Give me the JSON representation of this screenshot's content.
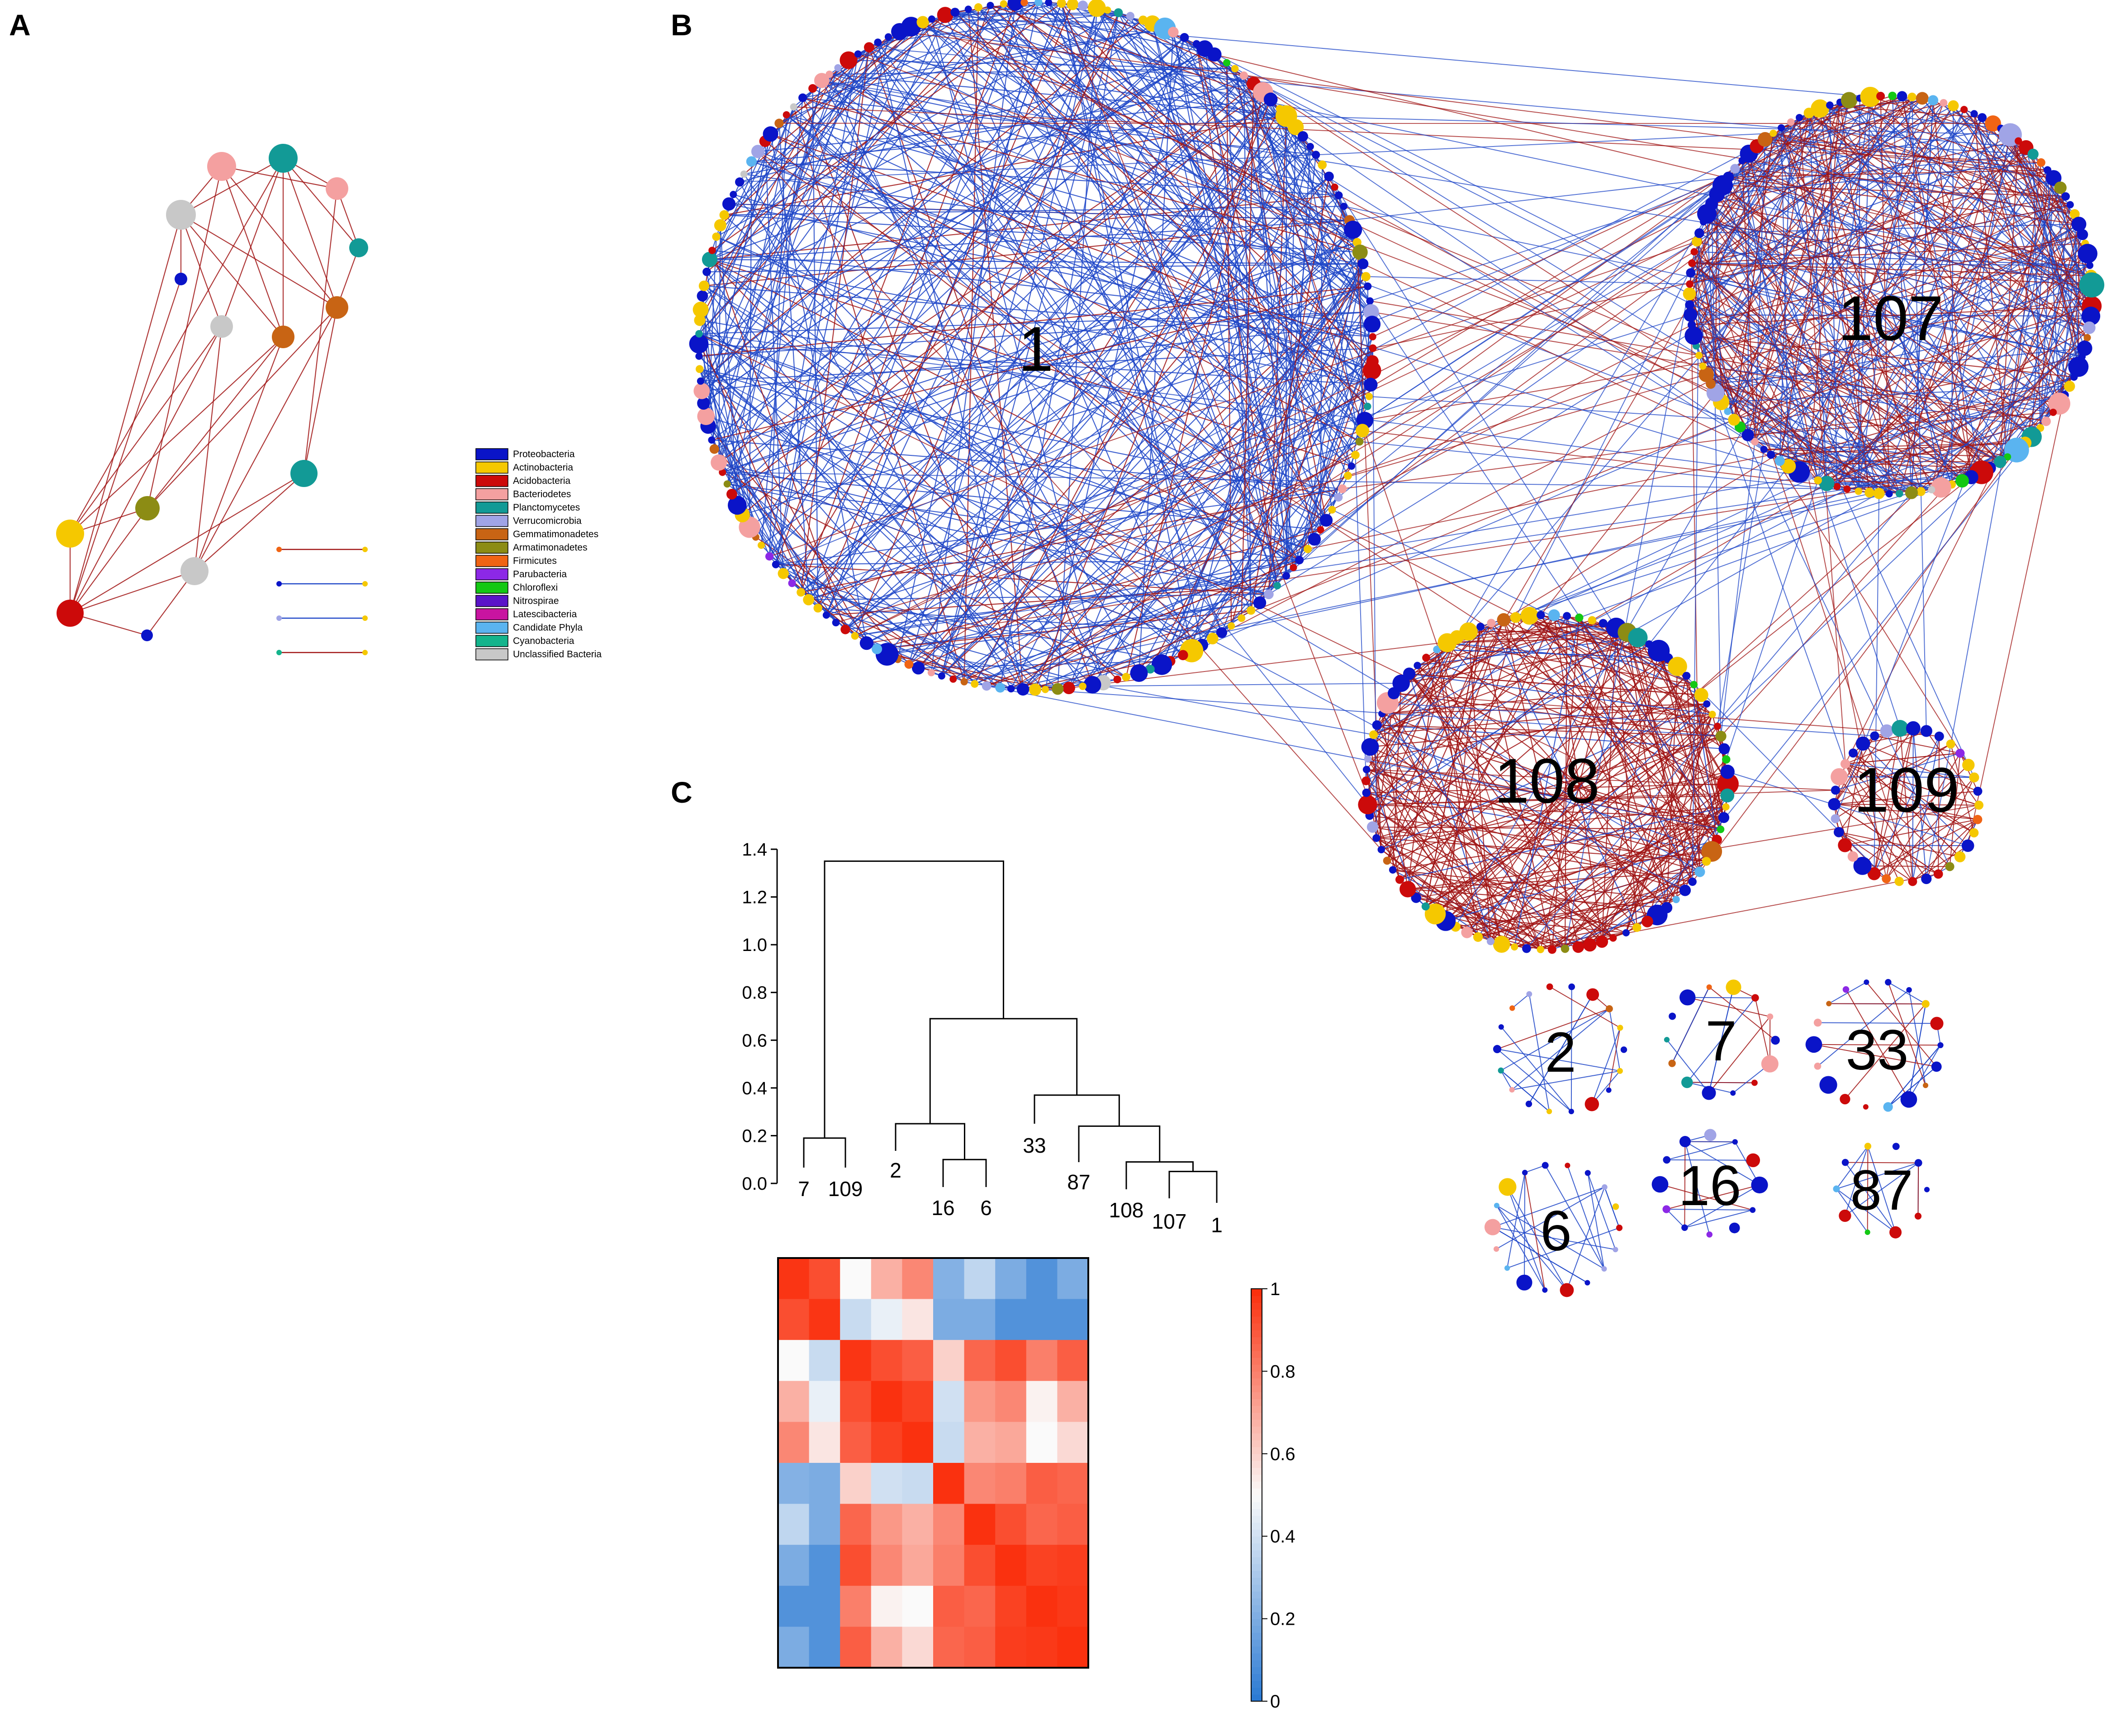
{
  "panels": {
    "a": "A",
    "b": "B",
    "c": "C"
  },
  "legend": [
    {
      "name": "Proteobacteria",
      "color": "#0a14c8"
    },
    {
      "name": "Actinobacteria",
      "color": "#f5c800"
    },
    {
      "name": "Acidobacteria",
      "color": "#cc0a0a"
    },
    {
      "name": "Bacteriodetes",
      "color": "#f4a0a0"
    },
    {
      "name": "Planctomycetes",
      "color": "#129a96"
    },
    {
      "name": "Verrucomicrobia",
      "color": "#a0a4e6"
    },
    {
      "name": "Gemmatimonadetes",
      "color": "#c86414"
    },
    {
      "name": "Armatimonadetes",
      "color": "#8c8c14"
    },
    {
      "name": "Firmicutes",
      "color": "#f06414"
    },
    {
      "name": "Parubacteria",
      "color": "#8c28e6"
    },
    {
      "name": "Chloroflexi",
      "color": "#14c814"
    },
    {
      "name": "Nitrospirae",
      "color": "#5a14c8"
    },
    {
      "name": "Latescibacteria",
      "color": "#c814a0"
    },
    {
      "name": "Candidate Phyla",
      "color": "#5ab4f0"
    },
    {
      "name": "Cyanobacteria",
      "color": "#14b48c"
    },
    {
      "name": "Unclassified Bacteria",
      "color": "#c8c8c8"
    }
  ],
  "edge_colors": {
    "positive": "#1e46c8",
    "negative": "#a01414"
  },
  "modules_large": [
    "1",
    "107",
    "108",
    "109"
  ],
  "modules_small": [
    "2",
    "7",
    "33",
    "6",
    "16",
    "87"
  ],
  "chart_data": {
    "type": "heatmap",
    "dendrogram": {
      "leaves": [
        "7",
        "109",
        "2",
        "16",
        "6",
        "33",
        "87",
        "108",
        "107",
        "1"
      ],
      "y_ticks": [
        "0.0",
        "0.2",
        "0.4",
        "0.6",
        "0.8",
        "1.0",
        "1.2",
        "1.4"
      ],
      "ylim": [
        0,
        1.4
      ],
      "merges": [
        {
          "a": [
            "7"
          ],
          "b": [
            "109"
          ],
          "height": 0.19
        },
        {
          "a": [
            "16"
          ],
          "b": [
            "6"
          ],
          "height": 0.1
        },
        {
          "a": [
            "2"
          ],
          "b": [
            "16",
            "6"
          ],
          "height": 0.25
        },
        {
          "a": [
            "107"
          ],
          "b": [
            "1"
          ],
          "height": 0.05
        },
        {
          "a": [
            "108"
          ],
          "b": [
            "107",
            "1"
          ],
          "height": 0.09
        },
        {
          "a": [
            "87"
          ],
          "b": [
            "108",
            "107",
            "1"
          ],
          "height": 0.24
        },
        {
          "a": [
            "33"
          ],
          "b": [
            "87",
            "108",
            "107",
            "1"
          ],
          "height": 0.37
        },
        {
          "a": [
            "2",
            "16",
            "6"
          ],
          "b": [
            "33",
            "87",
            "108",
            "107",
            "1"
          ],
          "height": 0.69
        },
        {
          "a": [
            "7",
            "109"
          ],
          "b": [
            "2",
            "16",
            "6",
            "33",
            "87",
            "108",
            "107",
            "1"
          ],
          "height": 1.35
        }
      ]
    },
    "colorbar": {
      "ticks": [
        "0",
        "0.2",
        "0.4",
        "0.6",
        "0.8",
        "1"
      ],
      "range": [
        0,
        1
      ]
    },
    "matrix": [
      [
        0.98,
        0.92,
        0.5,
        0.68,
        0.78,
        0.22,
        0.36,
        0.2,
        0.1,
        0.2
      ],
      [
        0.92,
        0.98,
        0.38,
        0.46,
        0.55,
        0.2,
        0.2,
        0.1,
        0.1,
        0.1
      ],
      [
        0.5,
        0.38,
        0.98,
        0.92,
        0.88,
        0.6,
        0.86,
        0.92,
        0.8,
        0.88
      ],
      [
        0.68,
        0.46,
        0.92,
        0.99,
        0.95,
        0.4,
        0.74,
        0.78,
        0.52,
        0.68
      ],
      [
        0.78,
        0.55,
        0.88,
        0.95,
        0.99,
        0.38,
        0.68,
        0.7,
        0.5,
        0.58
      ],
      [
        0.22,
        0.2,
        0.6,
        0.4,
        0.38,
        0.99,
        0.78,
        0.8,
        0.88,
        0.86
      ],
      [
        0.36,
        0.2,
        0.86,
        0.74,
        0.68,
        0.78,
        0.99,
        0.92,
        0.86,
        0.88
      ],
      [
        0.2,
        0.1,
        0.92,
        0.78,
        0.7,
        0.8,
        0.92,
        0.99,
        0.95,
        0.96
      ],
      [
        0.1,
        0.1,
        0.8,
        0.52,
        0.5,
        0.88,
        0.86,
        0.95,
        0.99,
        0.97
      ],
      [
        0.2,
        0.1,
        0.88,
        0.68,
        0.58,
        0.86,
        0.88,
        0.96,
        0.97,
        0.99
      ]
    ]
  }
}
